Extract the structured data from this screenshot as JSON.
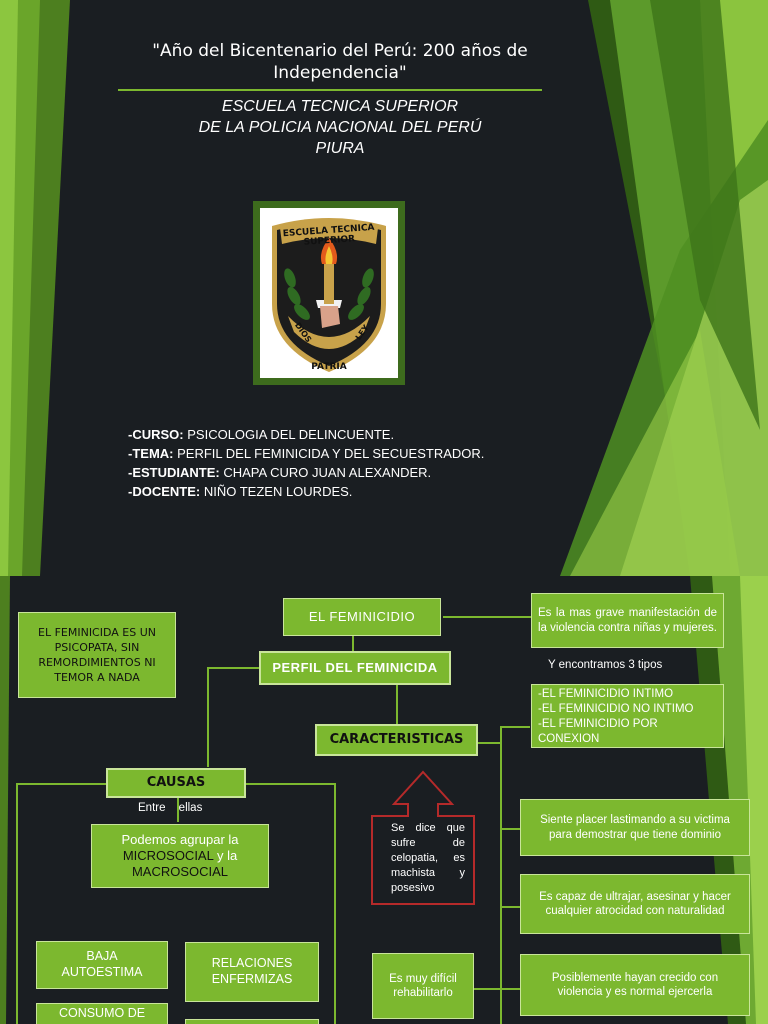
{
  "slide1": {
    "year_title": "\"Año del Bicentenario del Perú: 200 años de Independencia\"",
    "school_line1": "ESCUELA TECNICA SUPERIOR",
    "school_line2": "DE LA POLICIA NACIONAL DEL PERÚ",
    "school_line3": "PIURA",
    "logo": {
      "banner": "ESCUELA TECNICA SUPERIOR",
      "left": "DIOS",
      "right": "LEY",
      "bottom": "PATRIA"
    },
    "info": [
      {
        "label": "-CURSO:",
        "value": "PSICOLOGIA DEL DELINCUENTE."
      },
      {
        "label": "-TEMA:",
        "value": "PERFIL DEL FEMINICIDA Y DEL SECUESTRADOR."
      },
      {
        "label": "-ESTUDIANTE:",
        "value": "CHAPA CURO JUAN ALEXANDER."
      },
      {
        "label": "-DOCENTE:",
        "value": "NIÑO TEZEN LOURDES."
      }
    ]
  },
  "slide2": {
    "psicopata": "EL FEMINICIDA ES UN PSICOPATA, SIN REMORDIMIENTOS NI TEMOR A NADA",
    "feminicidio": "EL FEMINICIDIO",
    "definicion": "Es la mas grave manifestación de la violencia contra niñas y mujeres.",
    "encontramos": "Y encontramos 3 tipos",
    "tipos": [
      "-EL FEMINICIDIO INTIMO",
      "-EL FEMINICIDIO NO INTIMO",
      "-EL FEMINICIDIO POR CONEXION"
    ],
    "perfil": "PERFIL DEL FEMINICIDA",
    "caracteristicas": "CARACTERISTICAS",
    "causas": "CAUSAS",
    "entre_ellas": "Entre ellas",
    "agrupar_pre": "Podemos agrupar la",
    "micro": "MICROSOCIAL",
    "y_la": " y la",
    "macro": "MACROSOCIAL",
    "celopatia": "Se dice que sufre de celopatia, es machista y posesivo",
    "c1": "Siente placer lastimando a su victima para demostrar que tiene dominio",
    "c2": "Es capaz de ultrajar, asesinar y hacer cualquier atrocidad con naturalidad",
    "c3": "Posiblemente hayan crecido con violencia y es normal ejercerla",
    "rehabilitar": "Es muy difícil rehabilitarlo",
    "baja": "BAJA AUTOESTIMA",
    "relaciones": "RELACIONES ENFERMIZAS",
    "consumo": "CONSUMO DE"
  }
}
